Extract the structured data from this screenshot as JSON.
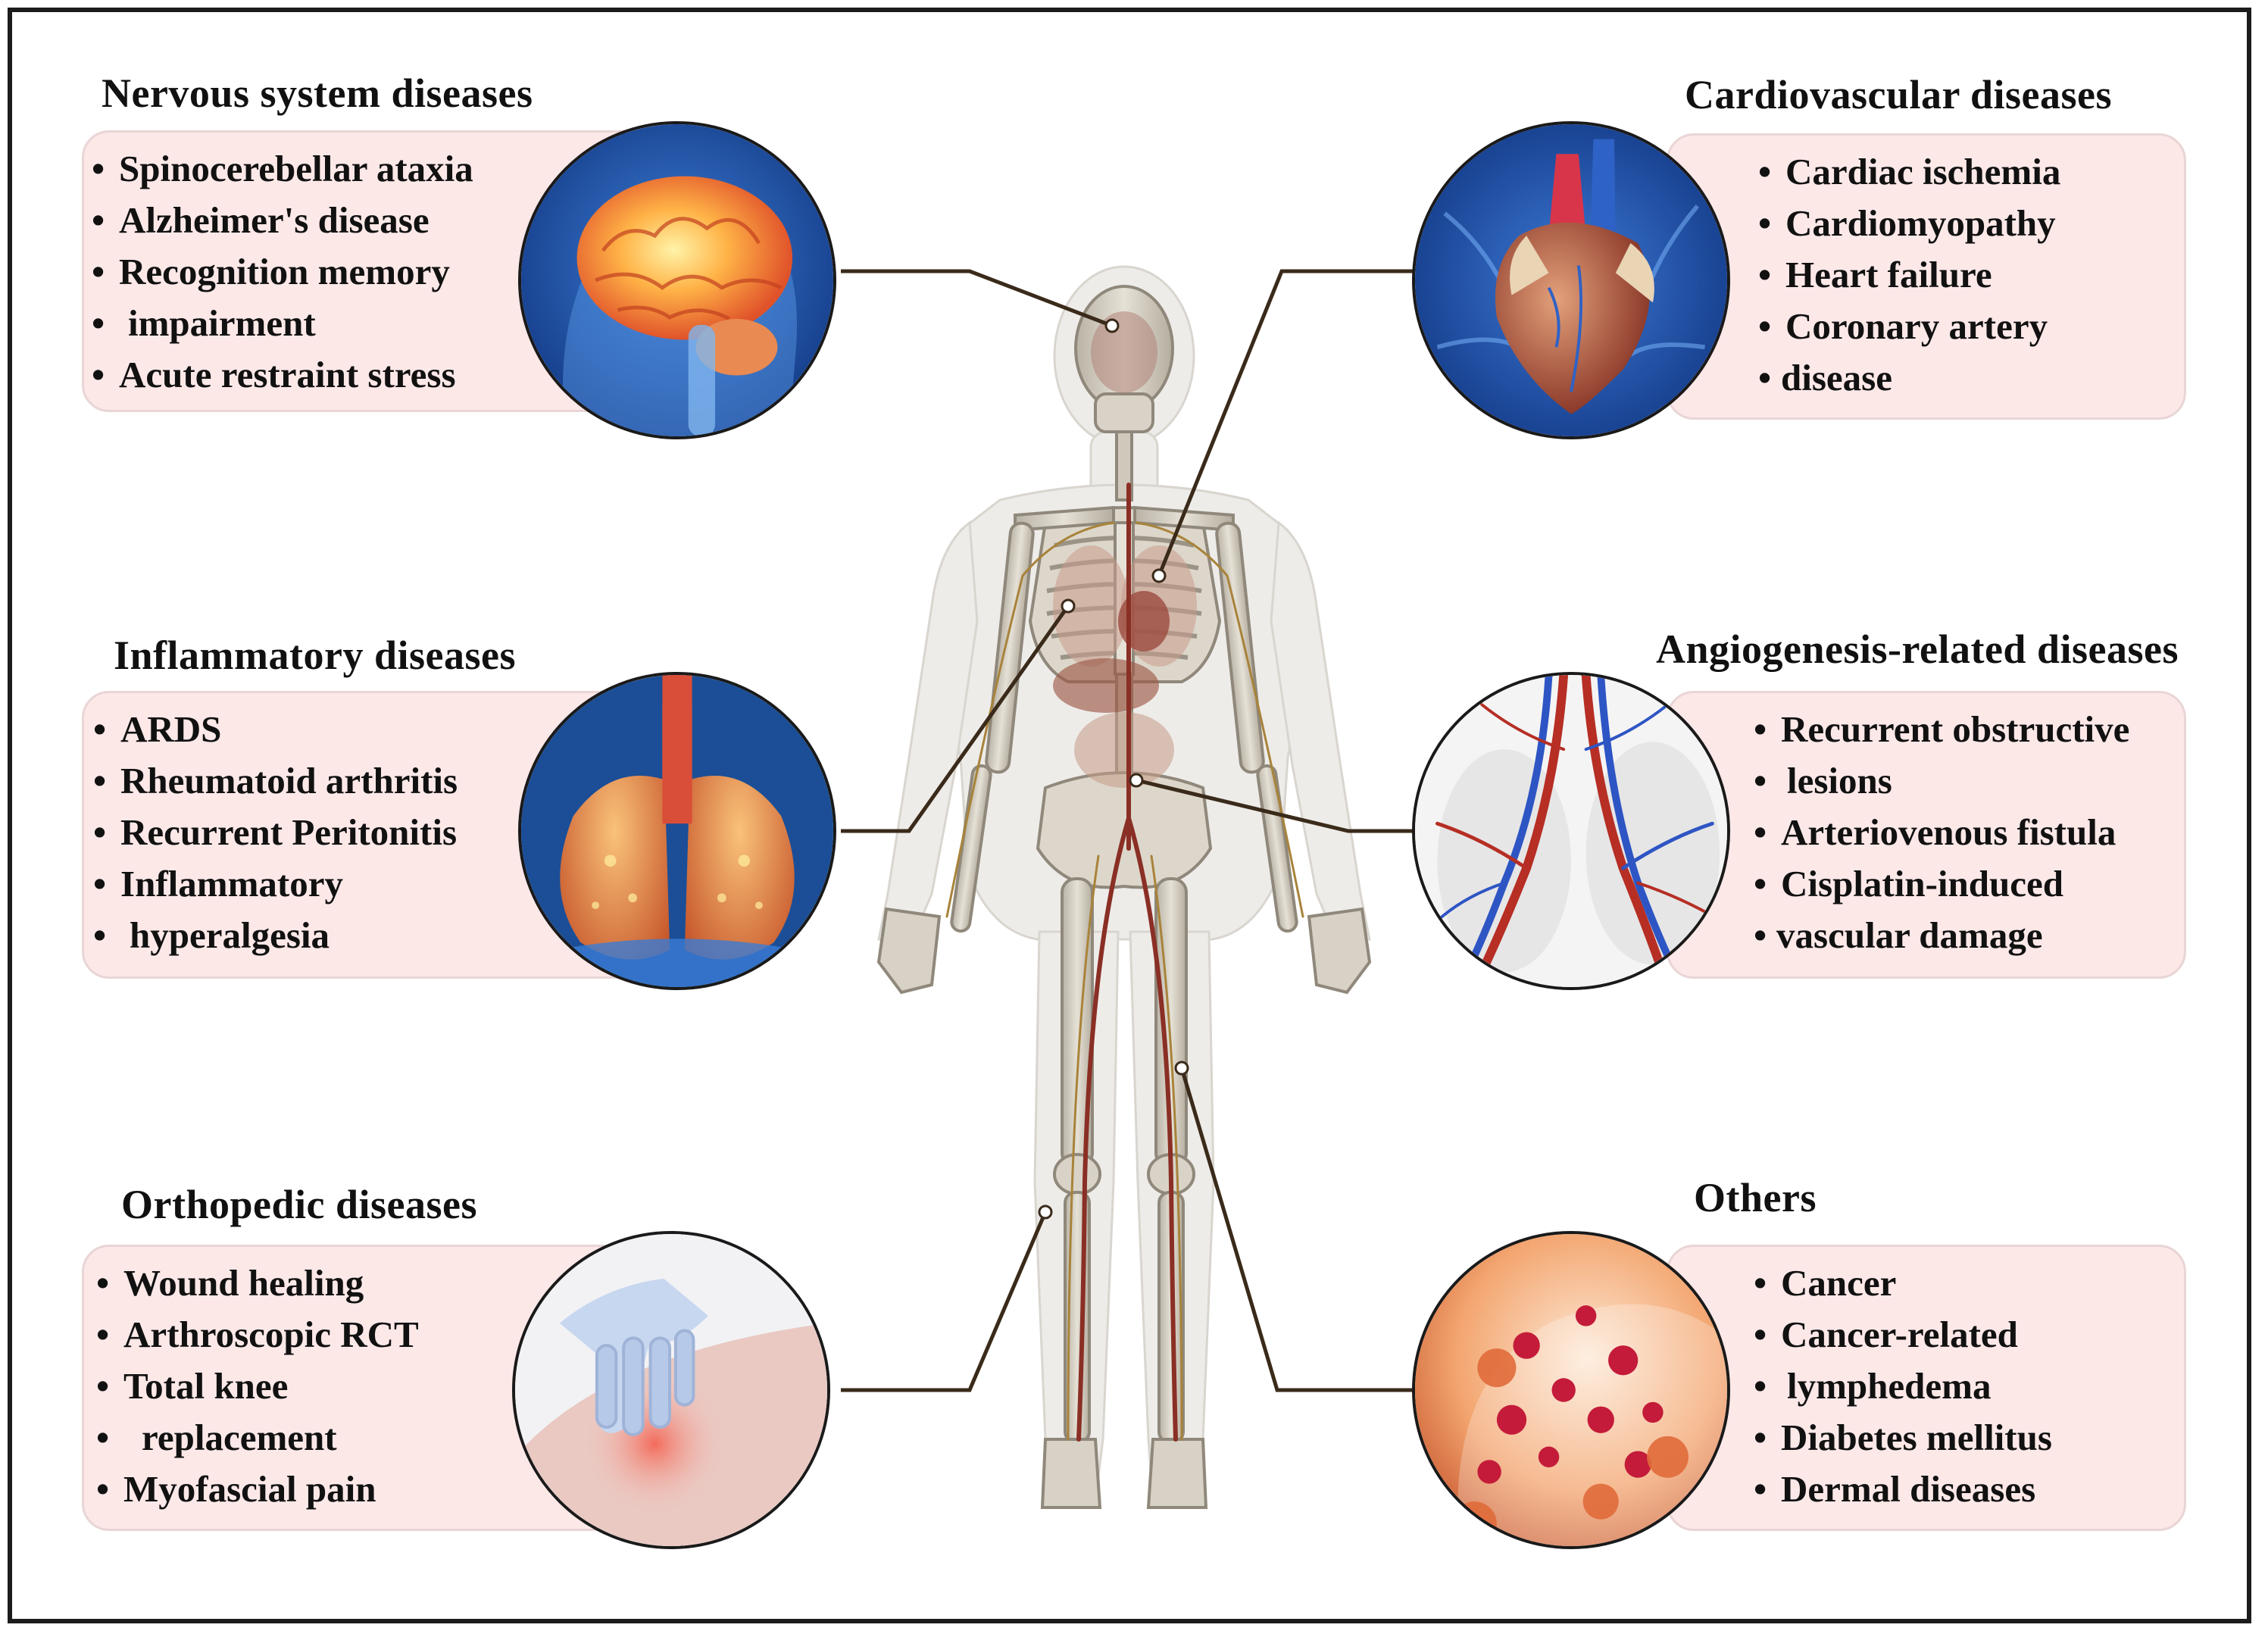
{
  "panels": {
    "nervous": {
      "title": "Nervous system diseases",
      "items": [
        "Spinocerebellar ataxia",
        "Alzheimer's disease",
        "Recognition memory",
        "impairment",
        "Acute restraint stress"
      ],
      "image": "brain-illustration"
    },
    "inflammatory": {
      "title": "Inflammatory diseases",
      "items": [
        "ARDS",
        "Rheumatoid arthritis",
        "Recurrent Peritonitis",
        "Inflammatory",
        "hyperalgesia"
      ],
      "image": "lungs-illustration"
    },
    "orthopedic": {
      "title": "Orthopedic diseases",
      "items": [
        "Wound healing",
        "Arthroscopic RCT",
        "Total knee",
        "replacement",
        "Myofascial pain"
      ],
      "image": "knee-illustration"
    },
    "cardiovascular": {
      "title": "Cardiovascular diseases",
      "items": [
        "Cardiac ischemia",
        "Cardiomyopathy",
        "Heart failure",
        "Coronary artery",
        "disease"
      ],
      "image": "heart-illustration"
    },
    "angiogenesis": {
      "title": "Angiogenesis-related diseases",
      "items": [
        "Recurrent obstructive",
        "lesions",
        "Arteriovenous fistula",
        "Cisplatin-induced",
        "vascular damage"
      ],
      "image": "blood-vessels-illustration"
    },
    "others": {
      "title": "Others",
      "items": [
        "Cancer",
        "Cancer-related",
        "lymphedema",
        "Diabetes mellitus",
        "Dermal diseases"
      ],
      "image": "cancer-cells-illustration"
    }
  },
  "body_figure": "human-anatomy-illustration",
  "colors": {
    "box_fill": "#fde8e8",
    "connector": "#3a2a1a",
    "frame": "#1c1c1c"
  }
}
